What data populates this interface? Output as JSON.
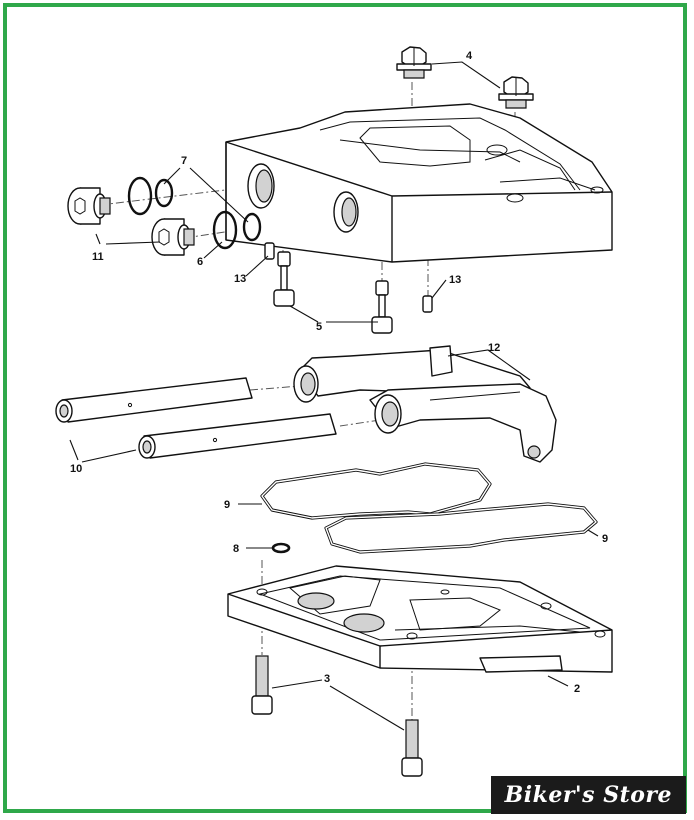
{
  "callouts": {
    "c2": "2",
    "c3": "3",
    "c4": "4",
    "c5": "5",
    "c6": "6",
    "c7": "7",
    "c8": "8",
    "c9a": "9",
    "c9b": "9",
    "c10": "10",
    "c11": "11",
    "c12": "12",
    "c13a": "13",
    "c13b": "13"
  },
  "watermark": "Biker's Store",
  "colors": {
    "frame": "#2fa84a",
    "ink": "#111111",
    "shade": "#d2d2d2",
    "watermark_bg": "#1b1b1b"
  }
}
